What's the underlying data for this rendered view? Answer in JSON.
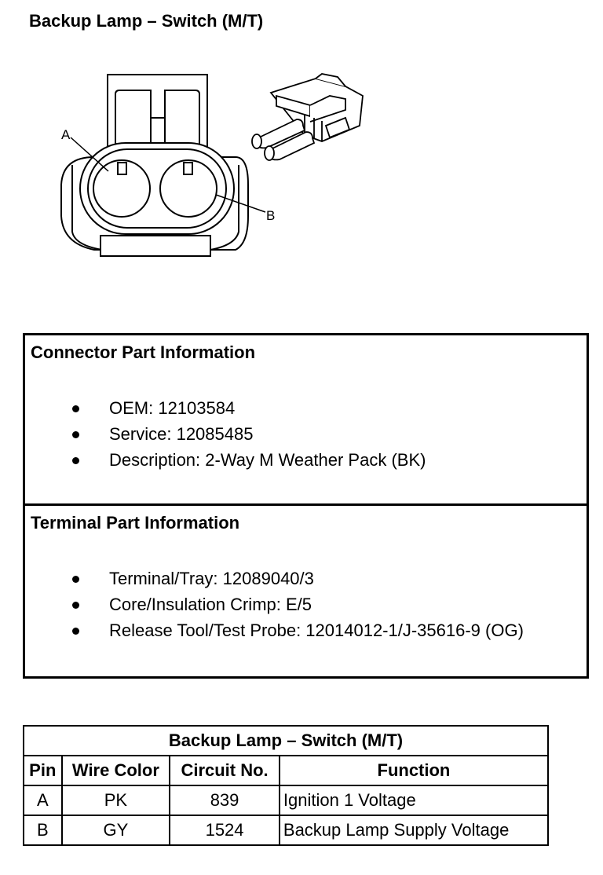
{
  "title": "Backup Lamp – Switch (M/T)",
  "figure": {
    "label_a": "A",
    "label_b": "B"
  },
  "connector_info": {
    "title": "Connector Part Information",
    "items": [
      "OEM: 12103584",
      "Service: 12085485",
      "Description: 2-Way M Weather Pack (BK)"
    ]
  },
  "terminal_info": {
    "title": "Terminal Part Information",
    "items": [
      "Terminal/Tray: 12089040/3",
      "Core/Insulation Crimp: E/5",
      "Release Tool/Test Probe: 12014012-1/J-35616-9 (OG)"
    ]
  },
  "pin_table": {
    "caption": "Backup Lamp – Switch (M/T)",
    "headers": [
      "Pin",
      "Wire Color",
      "Circuit No.",
      "Function"
    ],
    "rows": [
      [
        "A",
        "PK",
        "839",
        "Ignition 1 Voltage"
      ],
      [
        "B",
        "GY",
        "1524",
        "Backup Lamp Supply Voltage"
      ]
    ]
  }
}
